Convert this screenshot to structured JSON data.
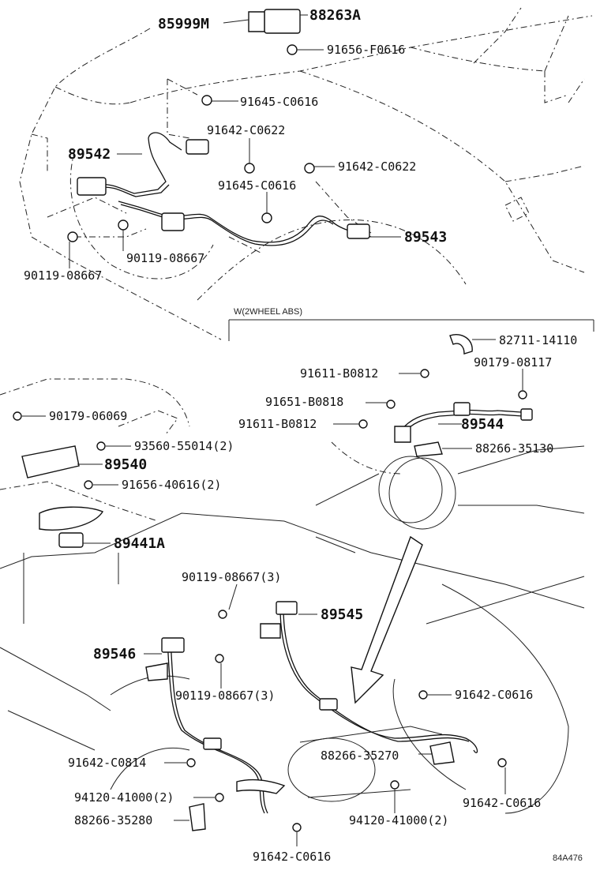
{
  "diagram": {
    "labels": {
      "p85999M": "85999M",
      "p88263A": "88263A",
      "p91656F0616": "91656-F0616",
      "p91645C0616a": "91645-C0616",
      "p91642C0622a": "91642-C0622",
      "p89542": "89542",
      "p91642C0622b": "91642-C0622",
      "p91645C0616b": "91645-C0616",
      "p89543": "89543",
      "p90119a": "90119-08667",
      "p90119b": "90119-08667",
      "section_title": "W(2WHEEL ABS)",
      "p82711": "82711-14110",
      "p90179_08117": "90179-08117",
      "p91611a": "91611-B0812",
      "p91651": "91651-B0818",
      "p91611b": "91611-B0812",
      "p89544": "89544",
      "p88266_35130": "88266-35130",
      "p90179_06069": "90179-06069",
      "p93560": "93560-55014(2)",
      "p89540": "89540",
      "p91656_40616": "91656-40616(2)",
      "p89441A": "89441A",
      "p90119_3a": "90119-08667(3)",
      "p89545": "89545",
      "p89546": "89546",
      "p90119_3b": "90119-08667(3)",
      "p91642C0616a": "91642-C0616",
      "p91642C0814": "91642-C0814",
      "p88266_35270": "88266-35270",
      "p94120a": "94120-41000(2)",
      "p88266_35280": "88266-35280",
      "p94120b": "94120-41000(2)",
      "p91642C0616b": "91642-C0616",
      "p91642C0616c": "91642-C0616",
      "figure_code": "84A476"
    }
  }
}
